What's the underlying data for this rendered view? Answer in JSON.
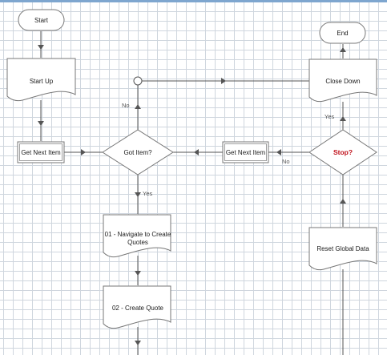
{
  "diagram": {
    "nodes": {
      "start": "Start",
      "end": "End",
      "start_up": "Start Up",
      "close_down": "Close Down",
      "get_next_item_left": "Get Next Item",
      "got_item": "Got Item?",
      "get_next_item_mid": "Get Next Item",
      "stop": "Stop?",
      "navigate": [
        "01 - Navigate to Create",
        "Quotes"
      ],
      "create_quote": "02 - Create Quote",
      "reset_global": "Reset Global Data"
    },
    "edge_labels": {
      "no_up": "No",
      "yes_down": "Yes",
      "yes_stop": "Yes",
      "no_stop": "No"
    }
  },
  "colors": {
    "line": "#555555",
    "shape_stroke": "#777777",
    "stop_text": "#c0121c",
    "grid": "#cfd6de",
    "topbar": "#7ea6cf"
  }
}
